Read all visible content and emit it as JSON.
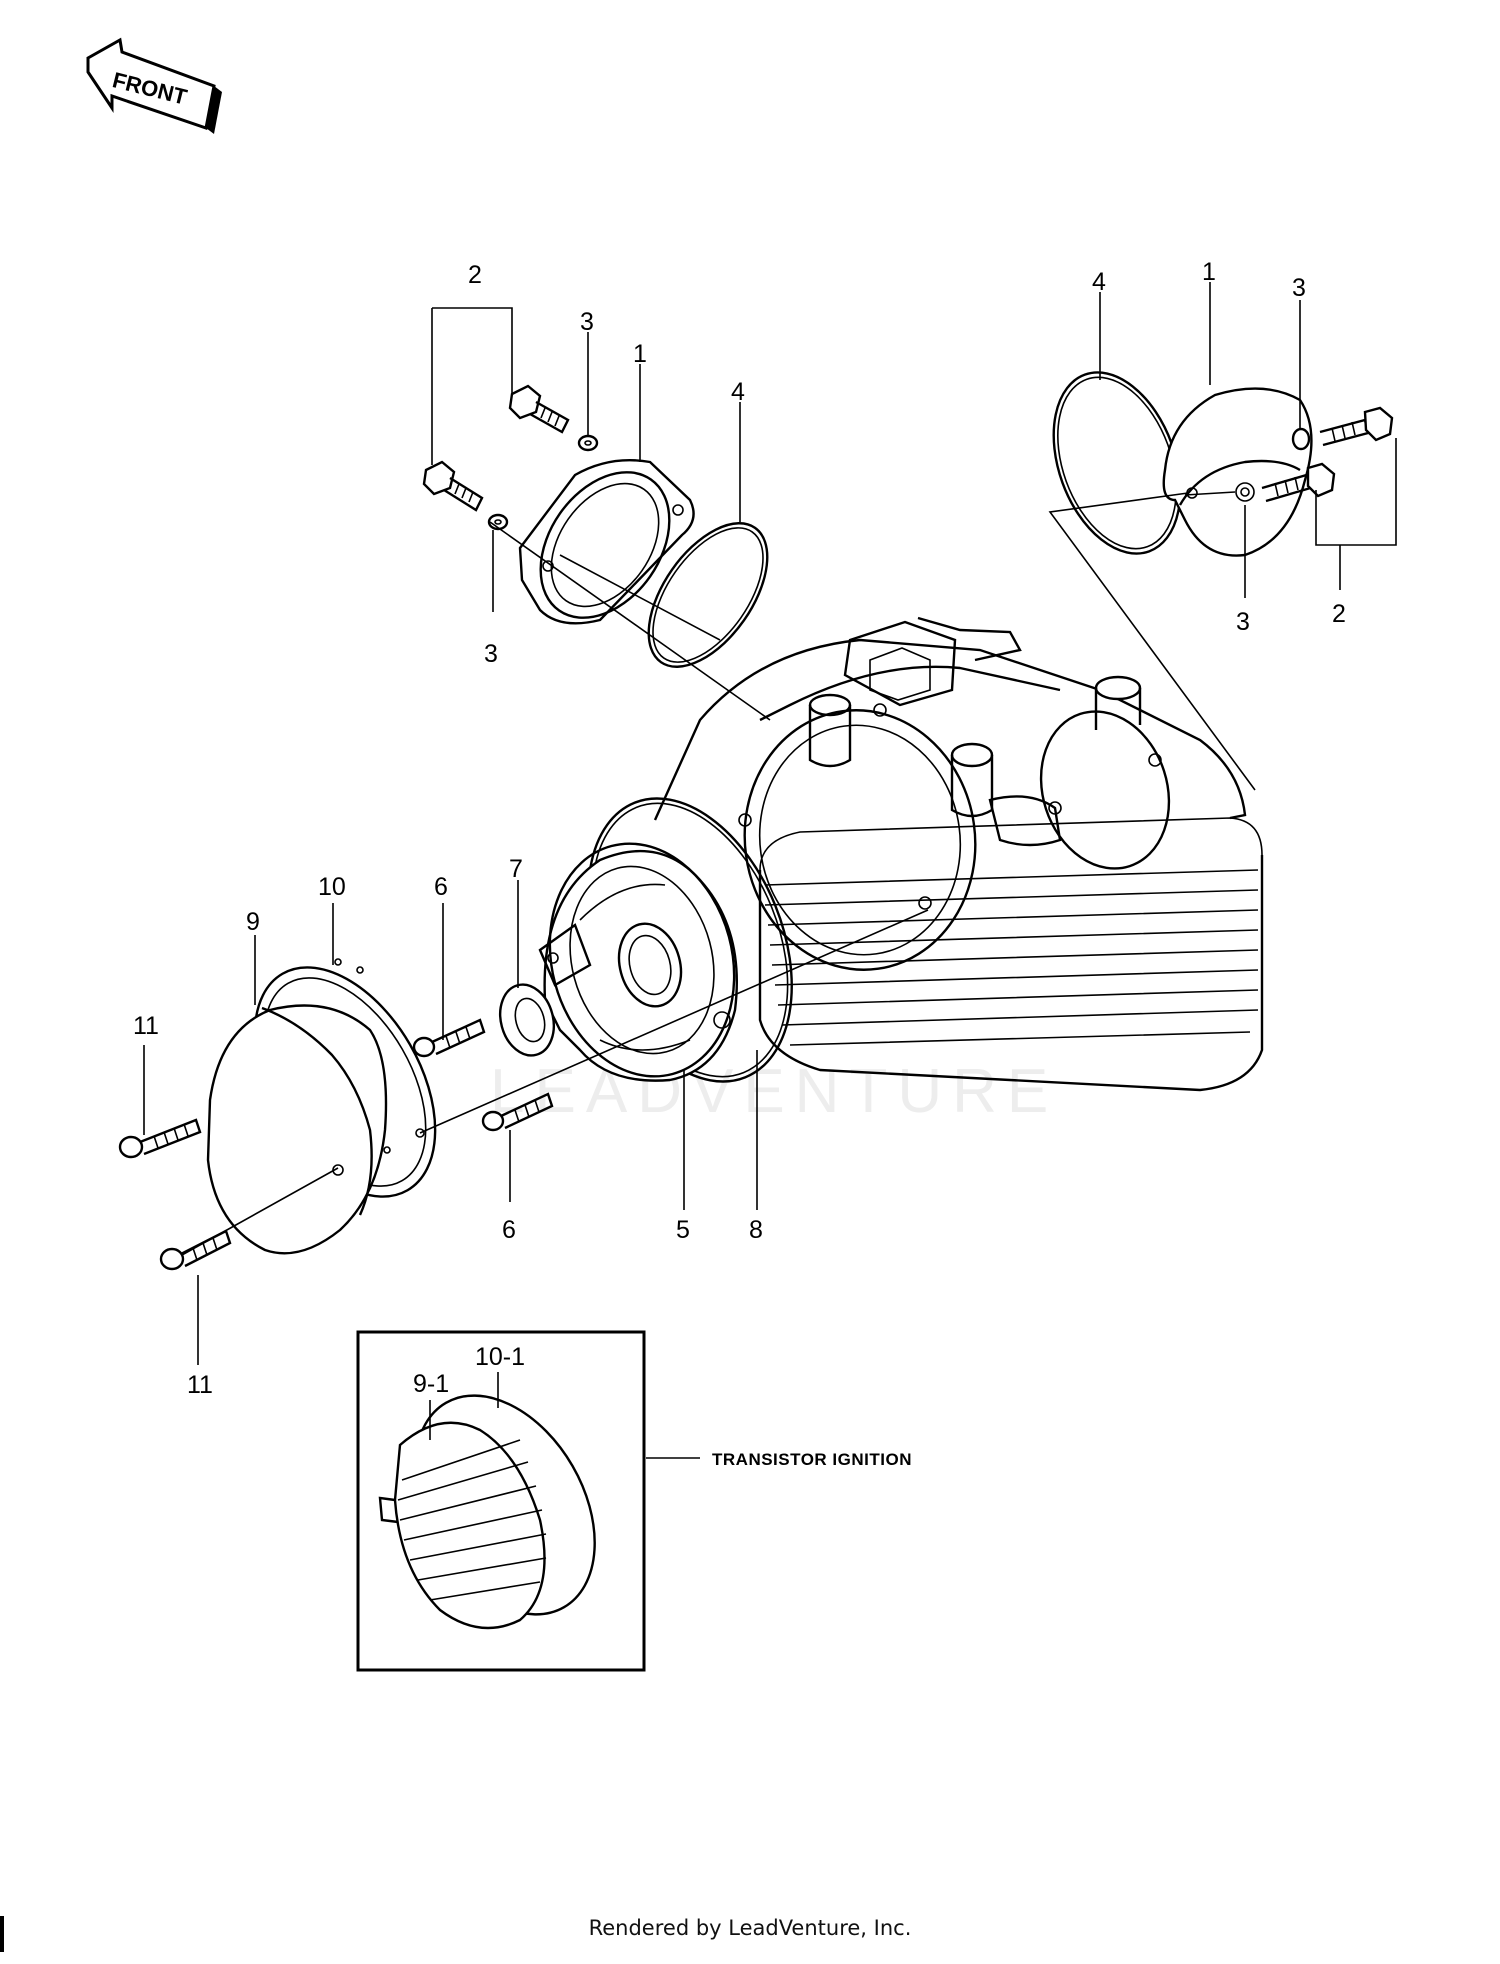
{
  "front_arrow": {
    "label": "FRONT"
  },
  "callouts": {
    "top_left": {
      "c2": "2",
      "c3a": "3",
      "c1": "1",
      "c4": "4",
      "c3b": "3"
    },
    "top_right": {
      "c4": "4",
      "c1": "1",
      "c3a": "3",
      "c3b": "3",
      "c2": "2"
    },
    "lower": {
      "c10": "10",
      "c9": "9",
      "c6a": "6",
      "c7": "7",
      "c11a": "11",
      "c6b": "6",
      "c5": "5",
      "c8": "8",
      "c11b": "11"
    },
    "inset": {
      "c9_1": "9-1",
      "c10_1": "10-1"
    }
  },
  "inset_caption": "TRANSISTOR IGNITION",
  "watermark": "LEADVENTURE",
  "footer": "Rendered by LeadVenture, Inc."
}
